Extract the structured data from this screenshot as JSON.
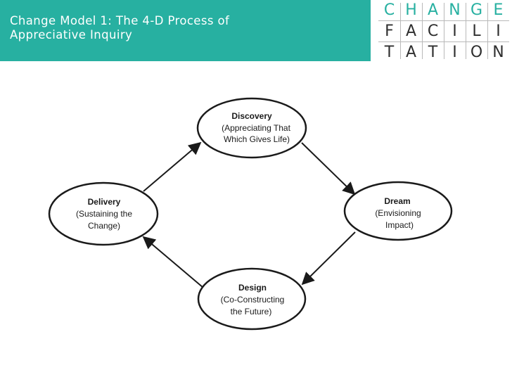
{
  "header": {
    "title_line_1": "Change Model 1: The 4-D Process of",
    "title_line_2": "Appreciative Inquiry",
    "bar_color": "#27b0a1",
    "text_color": "#ffffff"
  },
  "logo": {
    "rows": [
      [
        "C",
        "H",
        "A",
        "N",
        "G",
        "E"
      ],
      [
        "F",
        "A",
        "C",
        "I",
        "L",
        "I"
      ],
      [
        "T",
        "A",
        "T",
        "I",
        "O",
        "N"
      ]
    ],
    "brand_color": "#27b0a1",
    "text_color": "#2f2f2f"
  },
  "diagram": {
    "nodes": {
      "discovery": {
        "title": "Discovery",
        "line_1": "(Appreciating That",
        "line_2": "Which Gives Life)"
      },
      "dream": {
        "title": "Dream",
        "line_1": "(Envisioning",
        "line_2": "Impact)"
      },
      "design": {
        "title": "Design",
        "line_1": "(Co-Constructing",
        "line_2": "the Future)"
      },
      "delivery": {
        "title": "Delivery",
        "line_1": "(Sustaining the",
        "line_2": "Change)"
      }
    },
    "edges": [
      {
        "from": "discovery",
        "to": "dream"
      },
      {
        "from": "dream",
        "to": "design"
      },
      {
        "from": "design",
        "to": "delivery"
      },
      {
        "from": "delivery",
        "to": "discovery"
      }
    ]
  }
}
